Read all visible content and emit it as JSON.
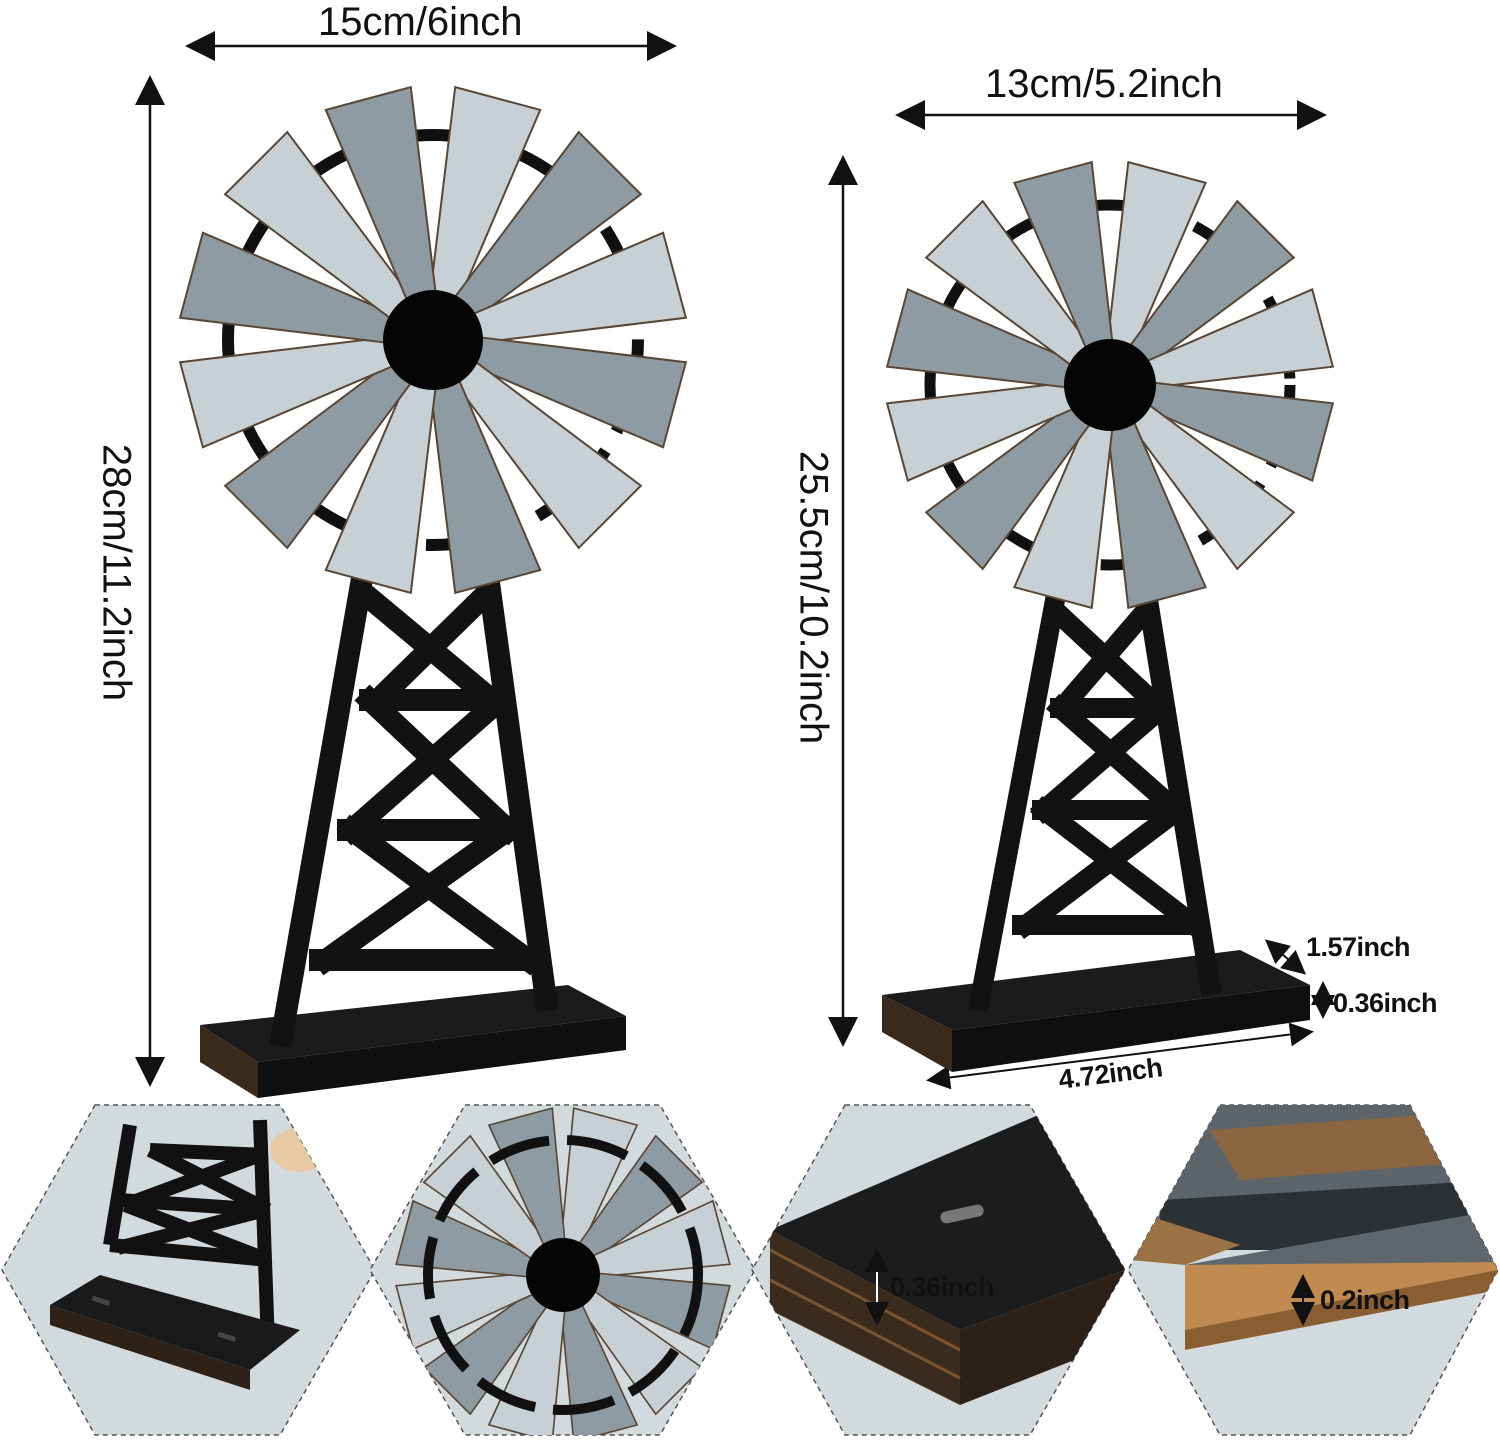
{
  "large_windmill": {
    "width_label": "15cm/6inch",
    "height_label": "28cm/11.2inch"
  },
  "small_windmill": {
    "width_label": "13cm/5.2inch",
    "height_label": "25.5cm/10.2inch",
    "base_depth_label": "1.57inch",
    "base_thickness_label": "0.36inch",
    "base_length_label": "4.72inch"
  },
  "details": [
    {
      "name": "tower-and-base"
    },
    {
      "name": "blade-wheel"
    },
    {
      "name": "base-corner",
      "label": "0.36inch"
    },
    {
      "name": "board-edge",
      "label": "0.2inch"
    }
  ],
  "colors": {
    "metal": "#8e9ba3",
    "metal_light": "#c7d0d5",
    "wood_black": "#141414",
    "wood_edge": "#7a5430",
    "hex_bg": "#d6dcdf"
  }
}
